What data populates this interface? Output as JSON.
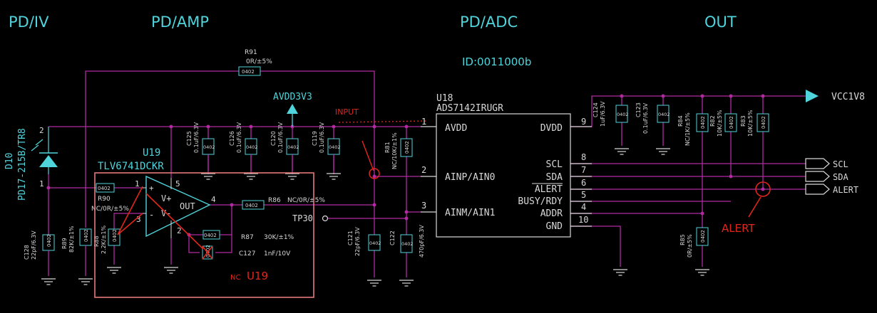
{
  "colors": {
    "background": "#000000",
    "wire": "#b02aa0",
    "net": "#4fd4dc",
    "pin": "#d8d8d8",
    "text": "#d8d8d8",
    "annotation": "#e0261c",
    "box": "#e4797a"
  },
  "sections": {
    "pd_iv": "PD/IV",
    "pd_amp": "PD/AMP",
    "pd_adc": "PD/ADC",
    "out": "OUT"
  },
  "adc_id": "ID:0011000b",
  "d10": {
    "ref": "D10",
    "part": "PD17-215B/TR8",
    "pin_top": "2",
    "pin_bottom": "1"
  },
  "u19": {
    "ref": "U19",
    "part": "TLV6741DCKR",
    "pins": {
      "p1": "1",
      "p2": "2",
      "p3": "3",
      "p4": "4",
      "p5": "5"
    },
    "plus": "+",
    "minus": "-",
    "vplus": "V+",
    "vminus": "V-",
    "out": "OUT"
  },
  "u18": {
    "ref": "U18",
    "part": "ADS7142IRUGR",
    "left_pins": [
      {
        "num": "1",
        "name": "AVDD"
      },
      {
        "num": "2",
        "name": "AINP/AIN0"
      },
      {
        "num": "3",
        "name": "AINM/AIN1"
      }
    ],
    "right_pins": [
      {
        "num": "9",
        "name": "DVDD"
      },
      {
        "num": "8",
        "name": "SCL"
      },
      {
        "num": "7",
        "name": "SDA"
      },
      {
        "num": "6",
        "name": "ALERT"
      },
      {
        "num": "5",
        "name": "BUSY/RDY"
      },
      {
        "num": "4",
        "name": "ADDR"
      },
      {
        "num": "10",
        "name": "GND"
      }
    ]
  },
  "nets": {
    "avdd": "AVDD3V3",
    "vcc": "VCC1V8",
    "scl": "SCL",
    "sda": "SDA",
    "alert": "ALERT",
    "tp": "TP30"
  },
  "components": {
    "r91": {
      "ref": "R91",
      "value": "0R/±5%",
      "pkg": "0402"
    },
    "r90": {
      "ref": "R90",
      "value": "NC/0R/±5%",
      "pkg": "0402"
    },
    "r86": {
      "ref": "R86",
      "value": "NC/0R/±5%",
      "pkg": "0402"
    },
    "r87": {
      "ref": "R87",
      "value": "30K/±1%",
      "pkg": "0402"
    },
    "c127": {
      "ref": "C127",
      "value": "1nF/10V",
      "pkg": "0402"
    },
    "r89": {
      "ref": "R89",
      "value": "82K/±1%",
      "pkg": "0402"
    },
    "r88": {
      "ref": "R88",
      "value": "2.2K/±1%",
      "pkg": "0402"
    },
    "c128": {
      "ref": "C128",
      "value": "22pF/6.3V",
      "pkg": "0402"
    },
    "c125": {
      "ref": "C125",
      "value": "0.1uF/6.3V",
      "pkg": "0402"
    },
    "c126": {
      "ref": "C126",
      "value": "0.1uF/6.3V",
      "pkg": "0402"
    },
    "c120": {
      "ref": "C120",
      "value": "0.1uF/6.3V",
      "pkg": "0402"
    },
    "c119": {
      "ref": "C119",
      "value": "0.1uF/6.3V",
      "pkg": "0402"
    },
    "r81": {
      "ref": "R81",
      "value": "NC/10K/±1%",
      "pkg": "0402"
    },
    "c121": {
      "ref": "C121",
      "value": "22pF/6.3V",
      "pkg": "0402"
    },
    "c122": {
      "ref": "C122",
      "value": "470pF/6.3V",
      "pkg": "0402"
    },
    "c124": {
      "ref": "C124",
      "value": "1uF/6.3V",
      "pkg": "0402"
    },
    "c123": {
      "ref": "C123",
      "value": "0.1uF/6.3V",
      "pkg": "0402"
    },
    "r84": {
      "ref": "R84",
      "value": "NC/1K/±5%",
      "pkg": "0402"
    },
    "r82": {
      "ref": "R82",
      "value": "10K/±5%",
      "pkg": "0402"
    },
    "r83": {
      "ref": "R83",
      "value": "10K/±5%",
      "pkg": "0402"
    },
    "r85": {
      "ref": "R85",
      "value": "0R/±5%",
      "pkg": "0402"
    }
  },
  "annotations": {
    "input": "INPUT",
    "alert": "ALERT",
    "nc": "NC",
    "u19": "U19"
  }
}
